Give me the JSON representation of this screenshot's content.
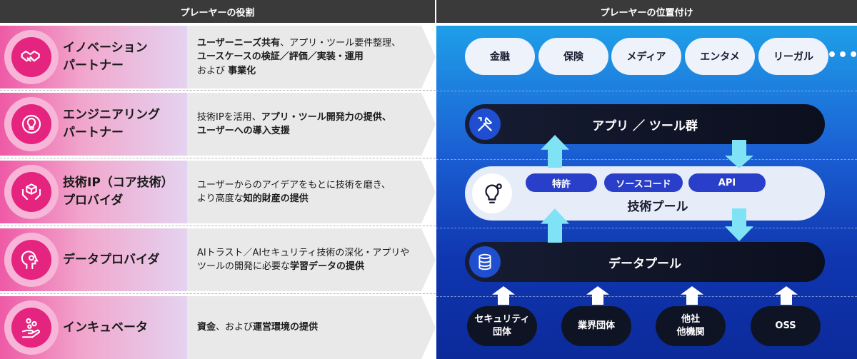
{
  "headers": {
    "left": "プレーヤーの役割",
    "right": "プレーヤーの位置付け"
  },
  "roles": [
    {
      "title": [
        "イノベーション",
        "パートナー"
      ],
      "desc": [
        [
          {
            "t": "ユーザーニーズ共有",
            "b": true
          },
          {
            "t": "、アプリ・ツール要件整理、",
            "b": false
          }
        ],
        [
          {
            "t": "ユースケースの検証／評価／実装・運用",
            "b": true
          }
        ],
        [
          {
            "t": "および ",
            "b": false
          },
          {
            "t": "事業化",
            "b": true
          }
        ]
      ]
    },
    {
      "title": [
        "エンジニアリング",
        "パートナー"
      ],
      "desc": [
        [
          {
            "t": "技術IPを活用、",
            "b": false
          },
          {
            "t": "アプリ・ツール開発力の提供、",
            "b": true
          }
        ],
        [
          {
            "t": "ユーザーへの導入支援",
            "b": true
          }
        ]
      ]
    },
    {
      "title": [
        "技術IP（コア技術）",
        "プロバイダ"
      ],
      "desc": [
        [
          {
            "t": "ユーザーからのアイデアをもとに技術を磨き、",
            "b": false
          }
        ],
        [
          {
            "t": "より高度な",
            "b": false
          },
          {
            "t": "知的財産の提供",
            "b": true
          }
        ]
      ]
    },
    {
      "title": [
        "データプロバイダ"
      ],
      "desc": [
        [
          {
            "t": "AIトラスト／AIセキュリティ技術の深化・アプリや",
            "b": false
          }
        ],
        [
          {
            "t": "ツールの開発に必要な",
            "b": false
          },
          {
            "t": "学習データの提供",
            "b": true
          }
        ]
      ]
    },
    {
      "title": [
        "インキュベータ"
      ],
      "desc": [
        [
          {
            "t": "資金",
            "b": true
          },
          {
            "t": "、および",
            "b": false
          },
          {
            "t": "運営環境の提供",
            "b": true
          }
        ]
      ]
    }
  ],
  "role_icons": [
    "handshake-icon",
    "lightbulb-cycle-icon",
    "hands-cube-icon",
    "head-brain-icon",
    "hand-coins-icon"
  ],
  "industries": [
    "金融",
    "保険",
    "メディア",
    "エンタメ",
    "リーガル"
  ],
  "industries_more": "•••",
  "app_pool": {
    "label": "アプリ ／ ツール群",
    "icon": "tools-icon"
  },
  "tech_pool": {
    "label": "技術プール",
    "chips": [
      "特許",
      "ソースコード",
      "API"
    ],
    "icon": "lightbulb-gear-icon"
  },
  "data_pool": {
    "label": "データプール",
    "icon": "database-icon"
  },
  "sources": [
    [
      "セキュリティ",
      "団体"
    ],
    [
      "業界団体"
    ],
    [
      "他社",
      "他機関"
    ],
    [
      "OSS"
    ]
  ],
  "colors": {
    "accent_pink": "#e5247f",
    "header_bg": "#3a3a3a",
    "chip_blue": "#2a3fc9",
    "arrow_cyan": "#7fe3f5"
  }
}
